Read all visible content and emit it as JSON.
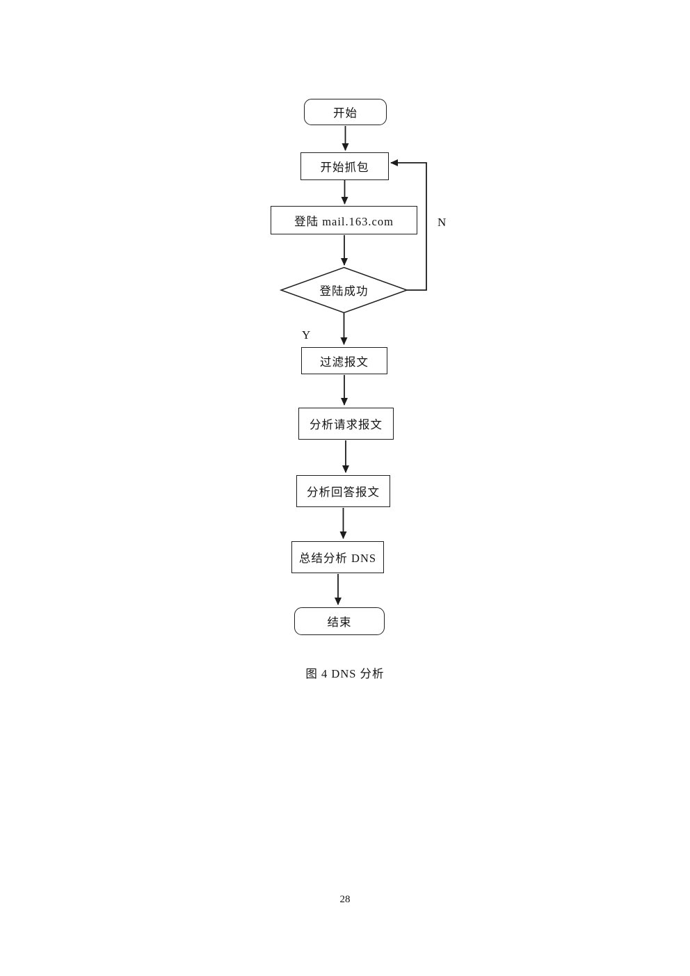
{
  "page": {
    "number": "28",
    "background_color": "#ffffff",
    "line_color": "#1c1c1c"
  },
  "flowchart": {
    "caption": "图 4  DNS 分析",
    "nodes": {
      "start": {
        "label": "开始",
        "shape": "terminator"
      },
      "capture": {
        "label": "开始抓包",
        "shape": "process"
      },
      "login": {
        "label": "登陆 mail.163.com",
        "shape": "process"
      },
      "decision": {
        "label": "登陆成功",
        "shape": "decision"
      },
      "filter": {
        "label": "过滤报文",
        "shape": "process"
      },
      "analyze_request": {
        "label": "分析请求报文",
        "shape": "process"
      },
      "analyze_response": {
        "label": "分析回答报文",
        "shape": "process"
      },
      "summarize": {
        "label": "总结分析 DNS",
        "shape": "process"
      },
      "end": {
        "label": "结束",
        "shape": "terminator"
      }
    },
    "branch_labels": {
      "yes": "Y",
      "no": "N"
    },
    "edges": [
      "start -> capture",
      "capture -> login",
      "login -> decision",
      "decision -> filter (Y)",
      "decision -> capture (N, loop back right side)",
      "filter -> analyze_request",
      "analyze_request -> analyze_response",
      "analyze_response -> summarize",
      "summarize -> end"
    ]
  }
}
